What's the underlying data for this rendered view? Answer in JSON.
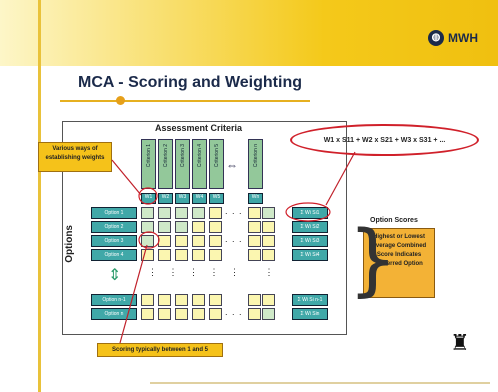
{
  "header": {
    "logo_text": "MWH",
    "title": "MCA - Scoring and Weighting"
  },
  "matrix": {
    "assessment_title": "Assessment Criteria",
    "criteria": [
      "Criterion 1",
      "Criterion 2",
      "Criterion 3",
      "Criterion 4",
      "Criterion 5",
      "Criterion n"
    ],
    "weights": [
      "W1",
      "W2",
      "W3",
      "W4",
      "W5",
      "Wn"
    ],
    "options": [
      "Option 1",
      "Option 2",
      "Option 3",
      "Option 4",
      "Option n-1",
      "Option n"
    ],
    "score_labels": [
      "Σ Wi Si1",
      "Σ Wi Si2",
      "Σ Wi Si3",
      "Σ Wi Si4",
      "Σ Wi Si n-1",
      "Σ Wi Sin"
    ],
    "options_axis_label": "Options",
    "ellipsis": ". . ."
  },
  "callouts": {
    "weights_note": "Various ways of establishing weights",
    "scoring_note": "Scoring typically between 1 and 5",
    "formula": "W1 x S11 + W2 x S21 + W3 x S31 + ...",
    "option_scores_label": "Option Scores",
    "result_note": "Highest or Lowest Average Combined Score Indicates Preferred Option"
  },
  "colors": {
    "accent_yellow": "#f4c91a",
    "teal": "#40a8a8",
    "cell_yellow": "#fbf6b0",
    "criteria_green": "#93c89a",
    "ellipse_red": "#d0202a",
    "orange": "#f3b236"
  },
  "icons": [
    "globe-icon",
    "puzzle-icon",
    "double-arrow-icon"
  ]
}
